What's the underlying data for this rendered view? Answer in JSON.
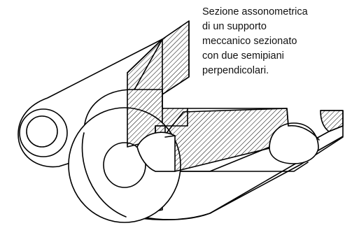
{
  "caption": {
    "lines": [
      "Sezione assonometrica",
      "di un supporto",
      "meccanico sezionato",
      "con due semipiani",
      "perpendicolari."
    ]
  },
  "figure": {
    "subject": "supporto meccanico sezionato",
    "line_color": "#000000",
    "hatch_color": "#000000",
    "background": "#ffffff"
  }
}
